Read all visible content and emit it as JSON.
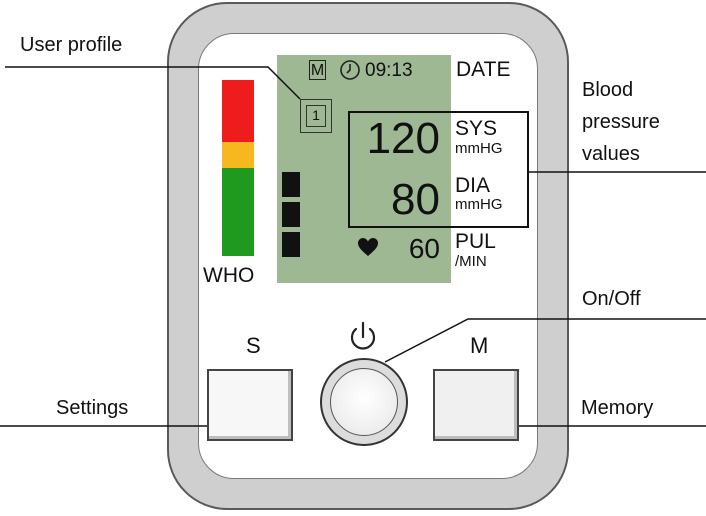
{
  "screen": {
    "mode_label": "M",
    "time": "09:13",
    "user_number": "1",
    "systolic_value": "120",
    "diastolic_value": "80",
    "pulse_value": "60"
  },
  "labels": {
    "date": "DATE",
    "sys": "SYS",
    "sys_unit": "mmHG",
    "dia": "DIA",
    "dia_unit": "mmHG",
    "pul": "PUL",
    "pul_unit": "/MIN",
    "who": "WHO"
  },
  "buttons": {
    "settings_letter": "S",
    "memory_letter": "M"
  },
  "callouts": {
    "user_profile": "User profile",
    "bp_line1": "Blood",
    "bp_line2": "pressure",
    "bp_line3": "values",
    "on_off": "On/Off",
    "settings": "Settings",
    "memory": "Memory"
  },
  "colors": {
    "who_red": "#ee1c1c",
    "who_yellow": "#f6b81e",
    "who_green": "#1f9a1f",
    "lcd_background": "#9fb894"
  },
  "icons": [
    "clock-icon",
    "heart-icon",
    "power-icon"
  ]
}
